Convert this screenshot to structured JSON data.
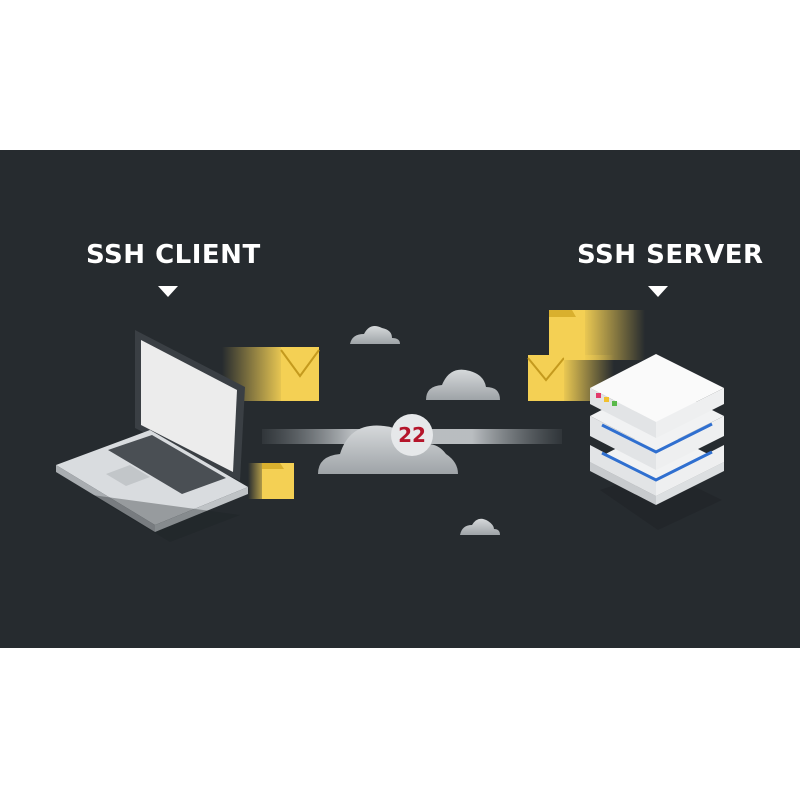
{
  "client": {
    "label": "SSH CLIENT"
  },
  "server": {
    "label": "SSH SERVER"
  },
  "connection": {
    "port": "22"
  },
  "colors": {
    "background": "#262b2f",
    "envelope": "#f4d054",
    "port_text": "#b5152b",
    "server_stripe": "#2f6fd0"
  }
}
